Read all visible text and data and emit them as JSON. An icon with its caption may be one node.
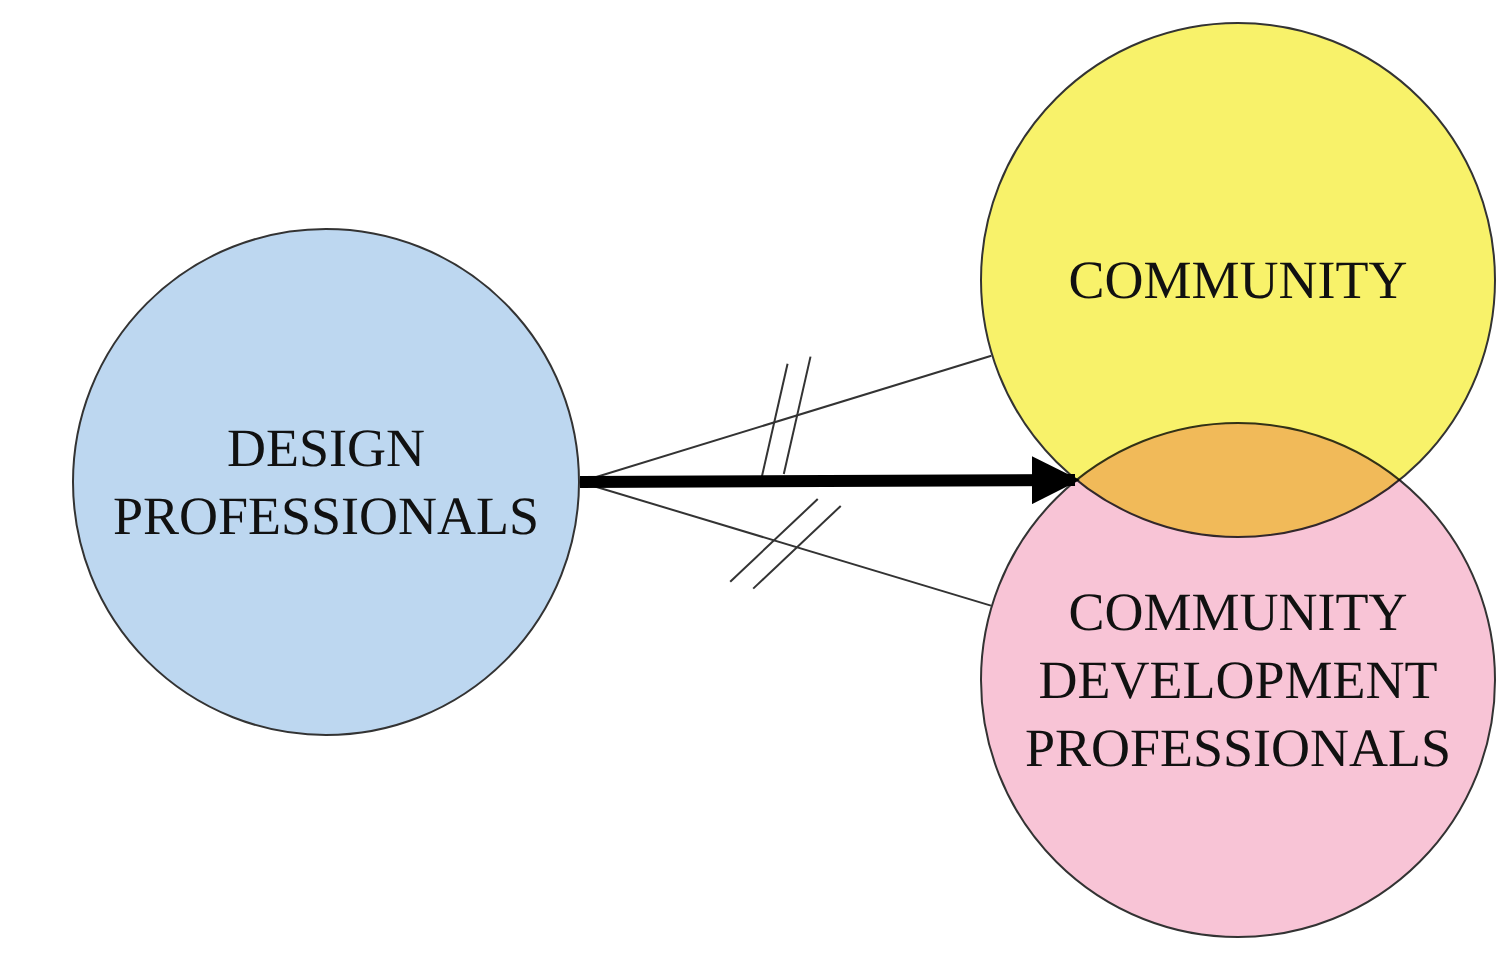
{
  "diagram": {
    "nodes": [
      {
        "text": [
          "DESIGN PROFESSIONALS"
        ]
      },
      {
        "text": [
          "COMMUNITY"
        ]
      },
      {
        "text": [
          "COMMUNITY DEVELOPMENT PROFESSIONALS"
        ]
      }
    ],
    "edges": [
      {
        "from": 0,
        "to": 1,
        "arrow": "none"
      },
      {
        "from": 0,
        "to": 2,
        "arrow": "none"
      },
      {
        "from": 0,
        "to": 1,
        "arrow": "to",
        "style": "thick"
      },
      {
        "from": 0,
        "to": 2,
        "arrow": "to",
        "style": "thick"
      }
    ]
  }
}
